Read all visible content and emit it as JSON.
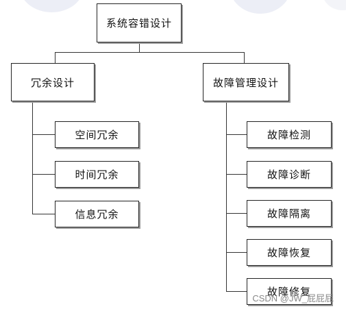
{
  "diagram": {
    "root": "系统容错设计",
    "branches": [
      {
        "label": "冗余设计",
        "children": [
          "空间冗余",
          "时间冗余",
          "信息冗余"
        ]
      },
      {
        "label": "故障管理设计",
        "children": [
          "故障检测",
          "故障诊断",
          "故障隔离",
          "故障恢复",
          "故障修复"
        ]
      }
    ]
  },
  "watermark": "CSDN @JW_屁屁屁",
  "colors": {
    "box_border": "#222222",
    "connector": "#333333",
    "background_accent": "#eceef6"
  }
}
